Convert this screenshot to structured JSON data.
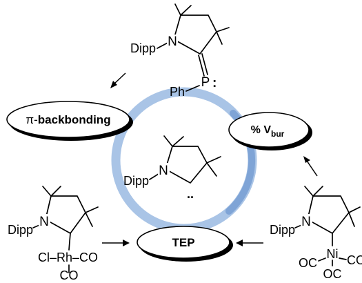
{
  "colors": {
    "ring_light": "#a9c4e6",
    "ring_dark": "#7fa4d6",
    "ink": "#000000",
    "background": "#ffffff"
  },
  "labels": {
    "pi_backbonding_prefix": "π-",
    "pi_backbonding_word": "backbonding",
    "vbur_prefix": "% V",
    "vbur_subscript": "bur",
    "tep": "TEP"
  },
  "molecules": {
    "phosphinidene": {
      "substituent": "Dipp",
      "n": "N",
      "p": "P",
      "phenyl": "Ph",
      "lone_pair": ":"
    },
    "central_caac": {
      "substituent": "Dipp",
      "n": "N",
      "carbene_lone_pair": ".."
    },
    "rh_complex": {
      "substituent": "Dipp",
      "n": "N",
      "metal_line": "Cl–Rh–CO",
      "cl": "Cl",
      "rh": "Rh",
      "co_right": "CO",
      "co_bottom": "CO"
    },
    "ni_complex": {
      "substituent": "Dipp",
      "n": "N",
      "ni": "Ni",
      "co_left": "OC",
      "co_right": "CO",
      "co_bottom": "OC"
    }
  }
}
